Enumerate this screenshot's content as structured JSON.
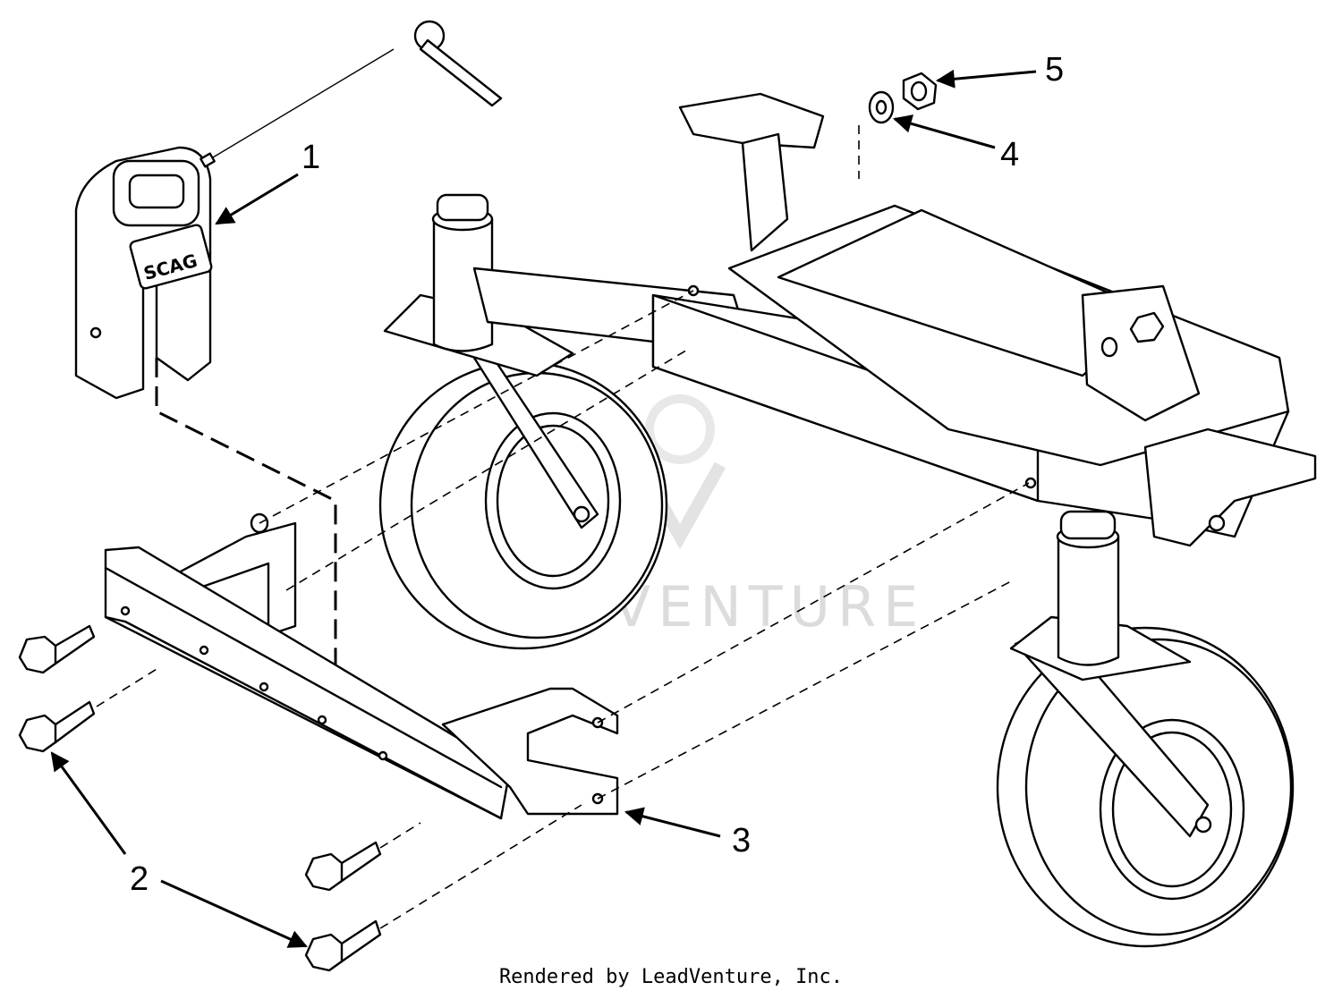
{
  "callouts": [
    {
      "label": "1"
    },
    {
      "label": "2"
    },
    {
      "label": "3"
    },
    {
      "label": "4"
    },
    {
      "label": "5"
    }
  ],
  "weight_logo": "SCAG",
  "watermark": "LEADVENTURE",
  "footer": "Rendered by LeadVenture, Inc."
}
